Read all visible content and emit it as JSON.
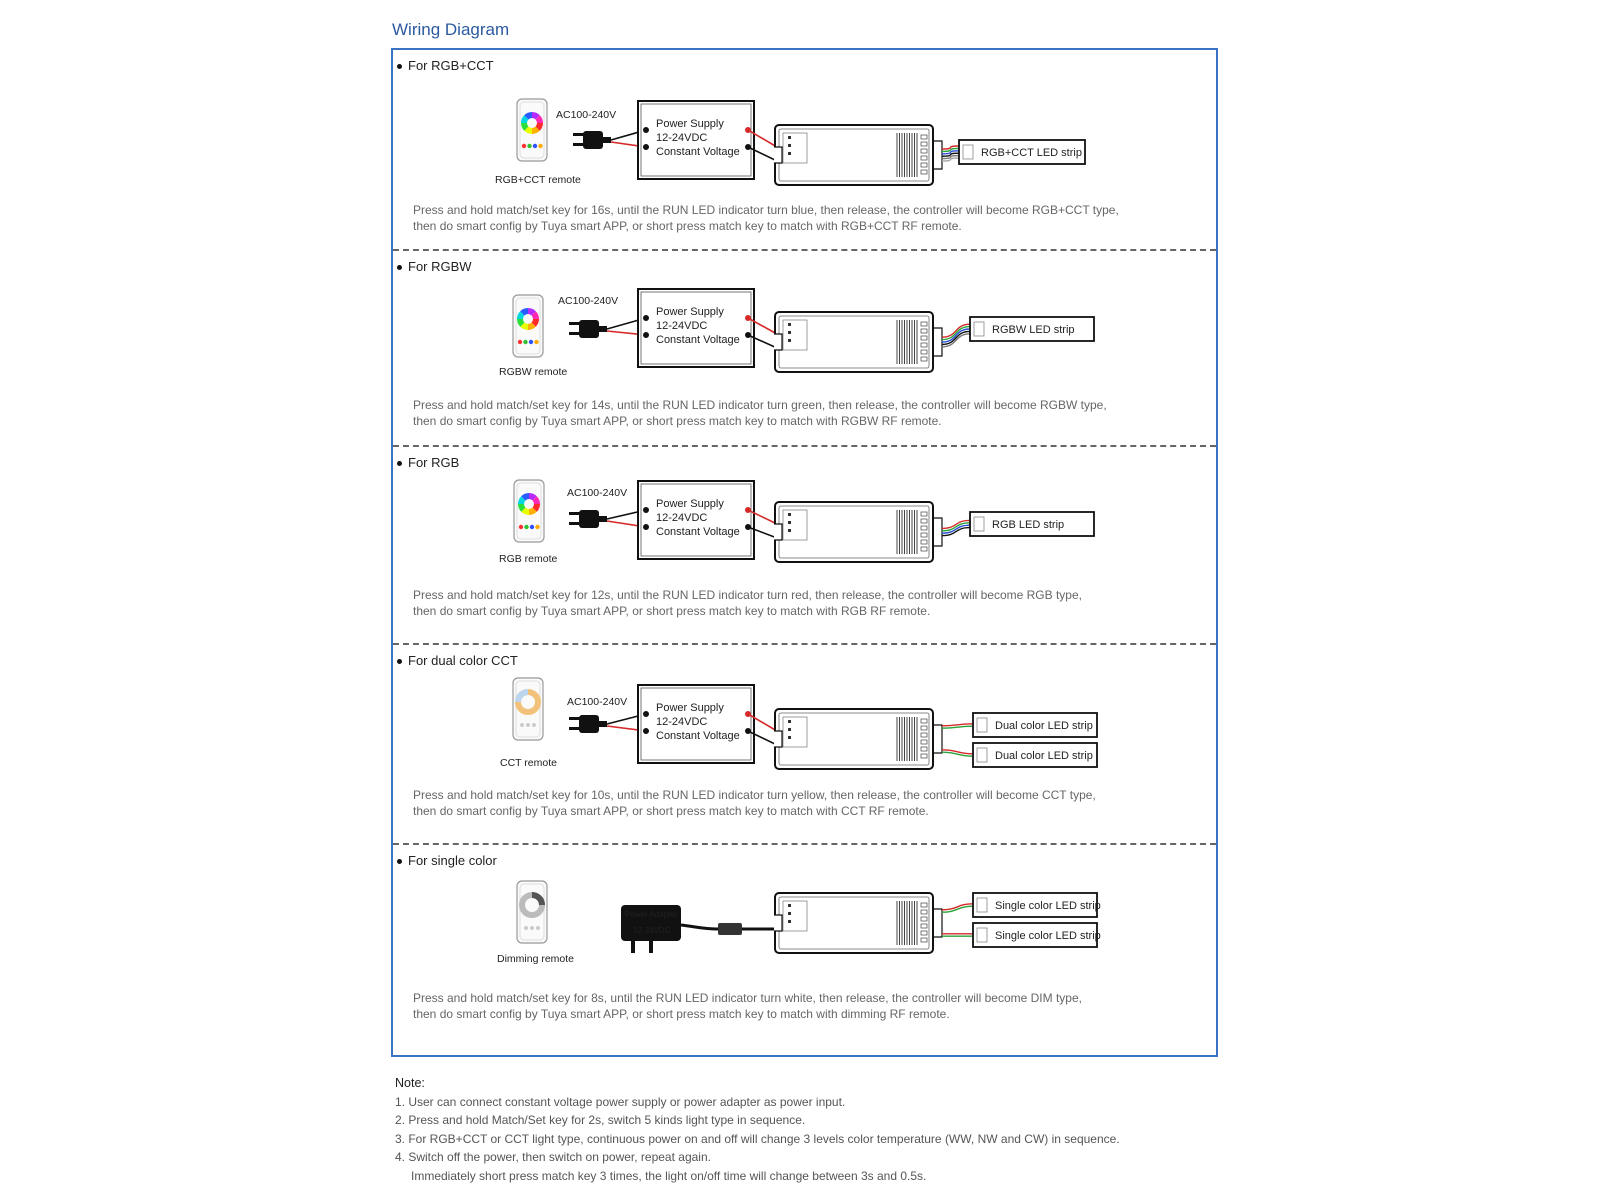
{
  "page_title": "Wiring Diagram",
  "colors": {
    "frame": "#3a73c4",
    "title": "#2c5aa0",
    "wire_red": "#d62a2a"
  },
  "sections": [
    {
      "heading": "For RGB+CCT",
      "remote_label": "RGB+CCT remote",
      "ac_label": "AC100-240V",
      "psu_lines": [
        "Power Supply",
        "12-24VDC",
        "Constant Voltage"
      ],
      "strips": [
        "RGB+CCT LED strip"
      ],
      "desc_lines": [
        "Press and hold match/set key for 16s, until the RUN LED indicator turn blue, then release, the controller will become RGB+CCT type,",
        "then do smart config by Tuya smart APP, or short press match key to match with RGB+CCT RF remote."
      ]
    },
    {
      "heading": "For RGBW",
      "remote_label": "RGBW remote",
      "ac_label": "AC100-240V",
      "psu_lines": [
        "Power Supply",
        "12-24VDC",
        "Constant Voltage"
      ],
      "strips": [
        "RGBW LED strip"
      ],
      "desc_lines": [
        "Press and hold match/set key for 14s, until the RUN LED indicator turn green, then release, the controller will become RGBW type,",
        "then do smart config by Tuya smart APP, or short press match key to match with RGBW RF remote."
      ]
    },
    {
      "heading": "For RGB",
      "remote_label": "RGB remote",
      "ac_label": "AC100-240V",
      "psu_lines": [
        "Power Supply",
        "12-24VDC",
        "Constant Voltage"
      ],
      "strips": [
        "RGB LED strip"
      ],
      "desc_lines": [
        "Press and hold match/set key for 12s, until the RUN LED indicator turn red, then release, the controller will become RGB type,",
        "then do smart config by Tuya smart APP, or short press match key to match with RGB RF remote."
      ]
    },
    {
      "heading": "For dual color CCT",
      "remote_label": "CCT remote",
      "ac_label": "AC100-240V",
      "psu_lines": [
        "Power Supply",
        "12-24VDC",
        "Constant Voltage"
      ],
      "strips": [
        "Dual color LED strip",
        "Dual color LED strip"
      ],
      "desc_lines": [
        "Press and hold match/set key for 10s, until the RUN LED indicator turn yellow, then release, the controller will become CCT type,",
        "then do smart config by Tuya smart APP, or short press match key to match with CCT RF remote."
      ]
    },
    {
      "heading": "For single color",
      "remote_label": "Dimming remote",
      "adapter_lines": [
        "Power Adapter",
        "12-24VDC"
      ],
      "strips": [
        "Single color LED strip",
        "Single color LED strip"
      ],
      "desc_lines": [
        "Press and hold match/set key for 8s, until the RUN LED indicator turn white, then release, the controller will become DIM type,",
        "then do smart config by Tuya smart APP, or short press match key to match with dimming RF remote."
      ]
    }
  ],
  "notes": {
    "title": "Note:",
    "items": [
      "1. User can connect constant voltage power supply or power adapter as power input.",
      "2. Press and hold Match/Set key for 2s, switch 5 kinds light type in sequence.",
      "3. For RGB+CCT or CCT light type, continuous power on and off will change 3 levels color temperature (WW, NW and CW) in sequence.",
      "4. Switch off the power, then switch on power, repeat again.",
      "Immediately short press match key 3 times, the light on/off time will change between 3s and 0.5s."
    ]
  }
}
